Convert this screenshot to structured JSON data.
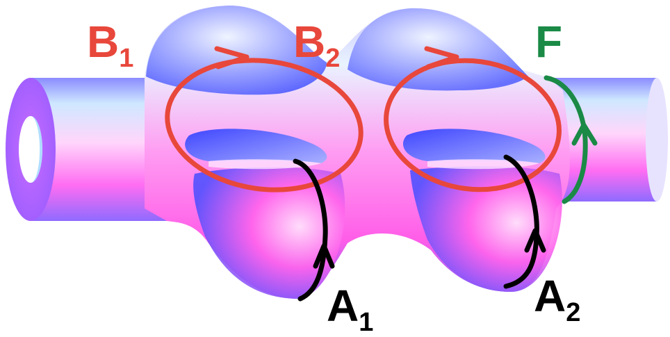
{
  "labels": {
    "b1": {
      "main": "B",
      "sub": "1"
    },
    "b2": {
      "main": "B",
      "sub": "2"
    },
    "f": {
      "main": "F"
    },
    "a1": {
      "main": "A",
      "sub": "1"
    },
    "a2": {
      "main": "A",
      "sub": "2"
    }
  },
  "colors": {
    "b_cycle": "#e8473b",
    "a_cycle": "#000000",
    "f_cycle": "#1a8a46",
    "surface_light": "#cfe6ff",
    "surface_pink": "#ff6df2",
    "surface_blue": "#5566ff"
  }
}
